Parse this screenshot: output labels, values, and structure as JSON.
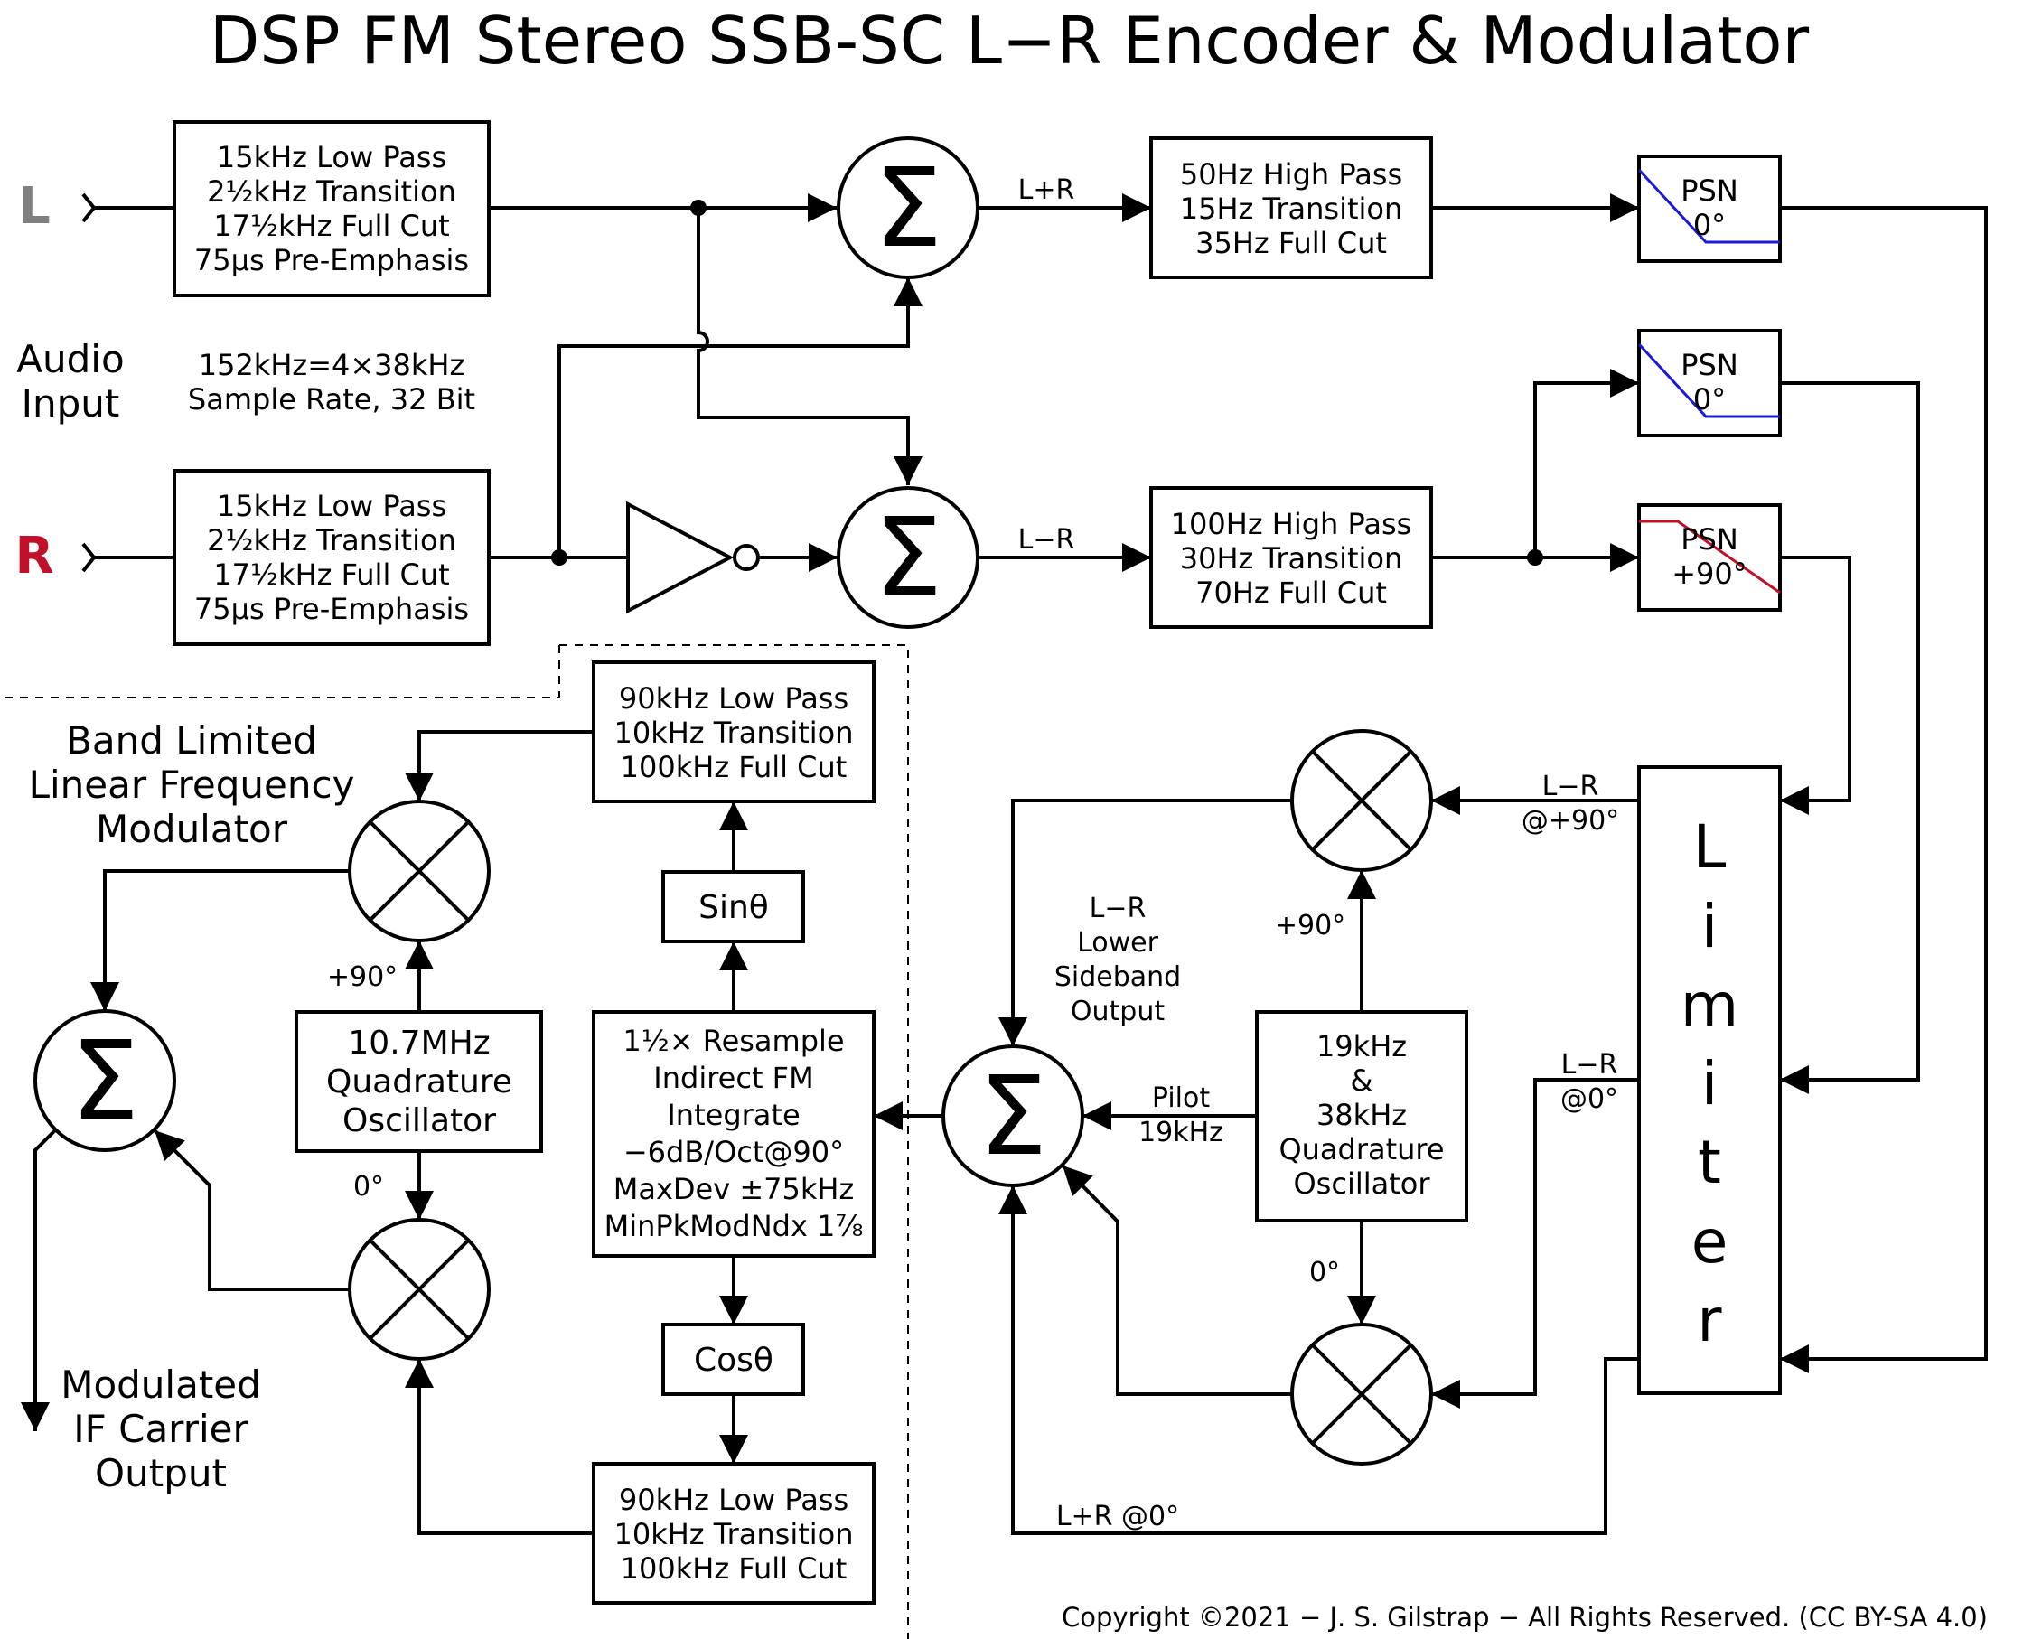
{
  "title": "DSP FM Stereo  SSB-SC L−R  Encoder & Modulator",
  "inputs": {
    "left": {
      "label": "L",
      "color": "#808080"
    },
    "right": {
      "label": "R",
      "color": "#c0102a"
    },
    "group_label": [
      "Audio",
      "Input"
    ]
  },
  "sample_rate_note": [
    "152kHz=4×38kHz",
    "Sample Rate, 32 Bit"
  ],
  "input_filters": {
    "left": [
      "15kHz Low Pass",
      "2½kHz Transition",
      "17½kHz Full Cut",
      "75µs Pre-Emphasis"
    ],
    "right": [
      "15kHz Low Pass",
      "2½kHz Transition",
      "17½kHz Full Cut",
      "75µs Pre-Emphasis"
    ]
  },
  "summers": {
    "symbol": "Σ"
  },
  "signals": {
    "sum": "L+R",
    "diff": "L−R",
    "diff_90": [
      "L−R",
      "@+90°"
    ],
    "diff_0": [
      "L−R",
      "@0°"
    ],
    "sum_0": "L+R @0°",
    "pilot": [
      "Pilot",
      "19kHz"
    ],
    "plus90": "+90°",
    "zero": "0°",
    "lsb_output": [
      "L−R",
      "Lower",
      "Sideband",
      "Output"
    ]
  },
  "highpass": {
    "sum": [
      "50Hz High Pass",
      "15Hz Transition",
      "35Hz Full Cut"
    ],
    "diff": [
      "100Hz High Pass",
      "30Hz Transition",
      "70Hz Full Cut"
    ]
  },
  "psn": [
    {
      "label": [
        "PSN",
        "0°"
      ],
      "line_color": "#1a1ad8"
    },
    {
      "label": [
        "PSN",
        "0°"
      ],
      "line_color": "#1a1ad8"
    },
    {
      "label": [
        "PSN",
        "+90°"
      ],
      "line_color": "#c0102a"
    }
  ],
  "limiter": {
    "letters": [
      "L",
      "i",
      "m",
      "i",
      "t",
      "e",
      "r"
    ]
  },
  "quad_osc_19": [
    "19kHz",
    "&",
    "38kHz",
    "Quadrature",
    "Oscillator"
  ],
  "modulator": {
    "title": [
      "Band Limited",
      "Linear Frequency",
      "Modulator"
    ],
    "lpf_top": [
      "90kHz Low Pass",
      "10kHz Transition",
      "100kHz Full Cut"
    ],
    "lpf_bottom": [
      "90kHz Low Pass",
      "10kHz Transition",
      "100kHz Full Cut"
    ],
    "sin": "Sinθ",
    "cos": "Cosθ",
    "resample": [
      "1½× Resample",
      "Indirect FM",
      "Integrate",
      "−6dB/Oct@90°",
      "MaxDev ±75kHz",
      "MinPkModNdx 1⅞"
    ],
    "osc": [
      "10.7MHz",
      "Quadrature",
      "Oscillator"
    ],
    "output": [
      "Modulated",
      "IF Carrier",
      "Output"
    ]
  },
  "copyright": "Copyright ©2021 − J. S. Gilstrap − All Rights Reserved.  (CC BY-SA 4.0)"
}
